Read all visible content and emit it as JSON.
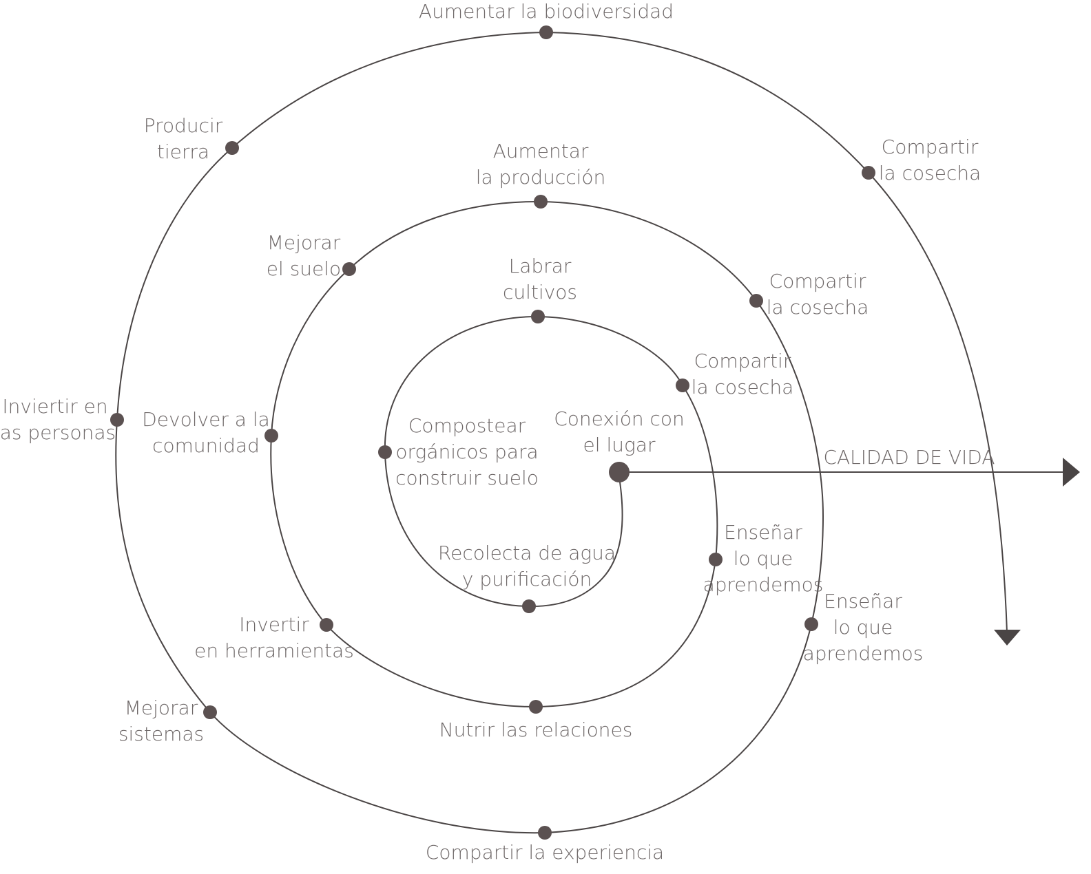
{
  "colors": {
    "stroke": "#4a4545",
    "dot": "#5b5151",
    "text": "#6f6969",
    "background": "#ffffff"
  },
  "axis": {
    "label": "CALIDAD DE VIDA"
  },
  "center": {
    "lines": [
      "Conexión con",
      "el lugar"
    ]
  },
  "inner_ring": [
    {
      "id": "labrar",
      "lines": [
        "Labrar",
        "cultivos"
      ]
    },
    {
      "id": "compartir-1",
      "lines": [
        "Compartir",
        "la cosecha"
      ]
    },
    {
      "id": "compostear",
      "lines": [
        "Compostear",
        "orgánicos para",
        "construir suelo"
      ]
    },
    {
      "id": "recolecta",
      "lines": [
        "Recolecta de agua",
        "y purificación"
      ]
    }
  ],
  "middle_ring": [
    {
      "id": "aumentar-produccion",
      "lines": [
        "Aumentar",
        "la producción"
      ]
    },
    {
      "id": "mejorar-suelo",
      "lines": [
        "Mejorar",
        "el suelo"
      ]
    },
    {
      "id": "compartir-2",
      "lines": [
        "Compartir",
        "la cosecha"
      ]
    },
    {
      "id": "devolver",
      "lines": [
        "Devolver a la",
        "comunidad"
      ]
    },
    {
      "id": "ensenar-1",
      "lines": [
        "Enseñar",
        "lo que",
        "aprendemos"
      ]
    },
    {
      "id": "invertir-herramientas",
      "lines": [
        "Invertir",
        "en herramientas"
      ]
    },
    {
      "id": "nutrir",
      "lines": [
        "Nutrir las relaciones"
      ]
    }
  ],
  "outer_ring": [
    {
      "id": "biodiversidad",
      "lines": [
        "Aumentar la biodiversidad"
      ]
    },
    {
      "id": "producir-tierra",
      "lines": [
        "Producir",
        "tierra"
      ]
    },
    {
      "id": "compartir-3",
      "lines": [
        "Compartir",
        "la cosecha"
      ]
    },
    {
      "id": "invertir-personas",
      "lines": [
        "Inviertir en",
        "las personas"
      ]
    },
    {
      "id": "ensenar-2",
      "lines": [
        "Enseñar",
        "lo que",
        "aprendemos"
      ]
    },
    {
      "id": "mejorar-sistemas",
      "lines": [
        "Mejorar",
        "sistemas"
      ]
    },
    {
      "id": "compartir-experiencia",
      "lines": [
        "Compartir la experiencia"
      ]
    }
  ]
}
